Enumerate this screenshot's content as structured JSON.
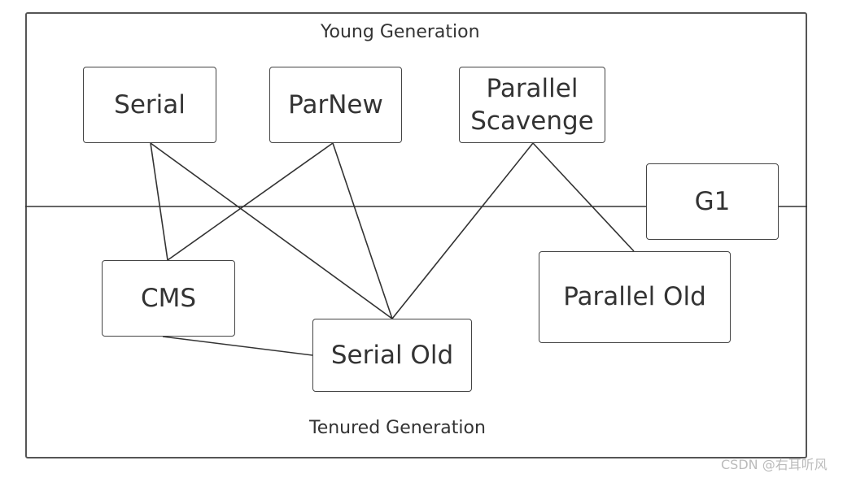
{
  "regions": {
    "young": "Young Generation",
    "tenured": "Tenured Generation"
  },
  "collectors": {
    "serial": "Serial",
    "parnew": "ParNew",
    "parallel_scavenge": "Parallel Scavenge",
    "g1": "G1",
    "cms": "CMS",
    "serial_old": "Serial Old",
    "parallel_old": "Parallel Old"
  },
  "connections": [
    [
      "serial",
      "cms"
    ],
    [
      "serial",
      "serial_old"
    ],
    [
      "parnew",
      "cms"
    ],
    [
      "parnew",
      "serial_old"
    ],
    [
      "parallel_scavenge",
      "serial_old"
    ],
    [
      "parallel_scavenge",
      "parallel_old"
    ],
    [
      "cms",
      "serial_old"
    ]
  ],
  "watermark": "CSDN @右耳听风",
  "colors": {
    "line": "#333333",
    "border": "#444444",
    "text": "#333333"
  }
}
